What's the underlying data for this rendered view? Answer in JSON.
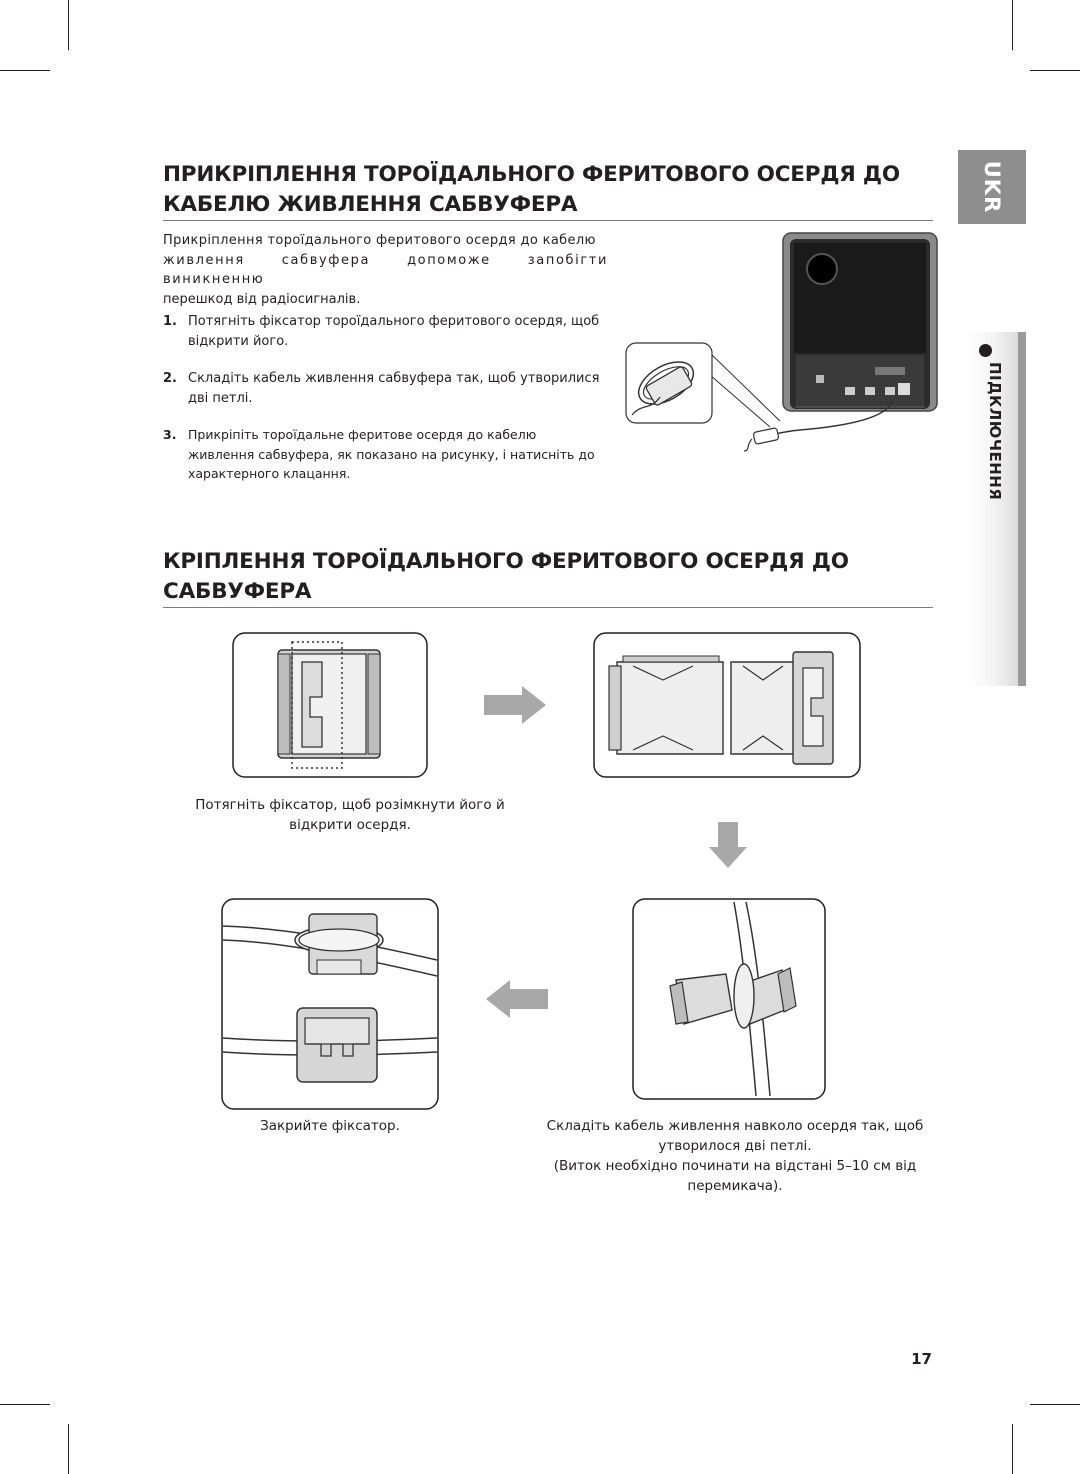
{
  "section1": {
    "title_line1": "ПРИКРІПЛЕННЯ ТОРОЇДАЛЬНОГО ФЕРИТОВОГО ОСЕРДЯ ДО",
    "title_line2": "КАБЕЛЮ ЖИВЛЕННЯ САБВУФЕРА",
    "intro_line1": "Прикріплення тороїдального феритового осердя до кабелю",
    "intro_line2": "живлення сабвуфера допоможе запобігти виникненню",
    "intro_line3": "перешкод від радіосигналів.",
    "steps": [
      {
        "num": "1.",
        "text": "Потягніть фіксатор тороїдального феритового осердя, щоб відкрити його."
      },
      {
        "num": "2.",
        "text": "Складіть кабель живлення сабвуфера так, щоб утворилися дві петлі."
      },
      {
        "num": "3.",
        "text": "Прикріпіть тороїдальне феритове осердя до кабелю живлення сабвуфера, як показано на рисунку, і натисніть до характерного клацання."
      }
    ]
  },
  "section2": {
    "title_line1": "КРІПЛЕННЯ ТОРОЇДАЛЬНОГО ФЕРИТОВОГО ОСЕРДЯ ДО",
    "title_line2": "САБВУФЕРА",
    "caption1_line1": "Потягніть фіксатор, щоб розімкнути його й",
    "caption1_line2": "відкрити осердя.",
    "caption2": "Закрийте фіксатор.",
    "caption3_line1": "Складіть кабель живлення навколо осердя так, щоб",
    "caption3_line2": "утворилося дві петлі.",
    "caption3_line3": "(Виток необхідно починати на відстані 5–10 см від",
    "caption3_line4": "перемикача)."
  },
  "sidebar": {
    "language_tab": "UKR",
    "section_tab": "ПІДКЛЮЧЕННЯ"
  },
  "page_number": "17"
}
